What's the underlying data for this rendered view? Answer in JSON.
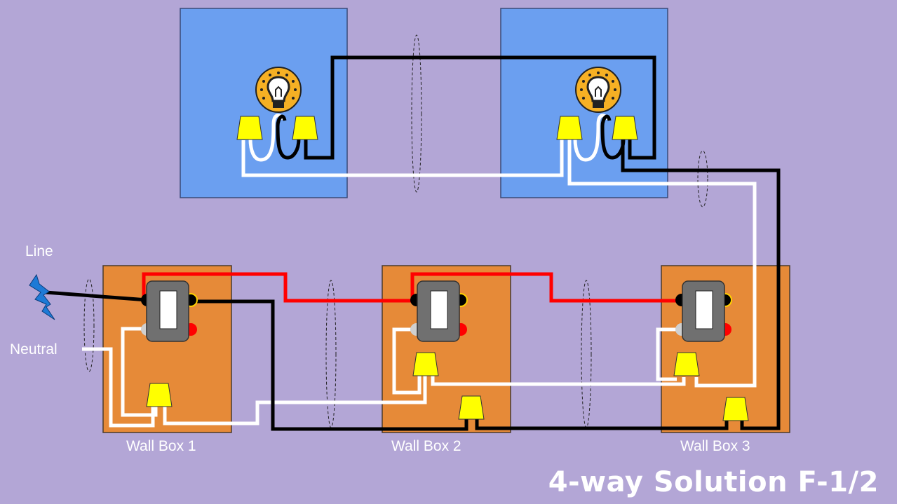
{
  "title": "4-way Solution F-1/2",
  "labels": {
    "line": "Line",
    "neutral": "Neutral",
    "wall_box_1": "Wall Box 1",
    "wall_box_2": "Wall Box 2",
    "wall_box_3": "Wall Box 3"
  },
  "colors": {
    "background": "#b3a6d6",
    "ceiling_box": "#6b9ff0",
    "wall_box": "#e68a38",
    "hot_wire": "#000000",
    "neutral_wire": "#ffffff",
    "traveler_wire": "#ff0000",
    "wire_nut": "#ffff00",
    "switch_body": "#707070",
    "bulb": "#f6b024",
    "line_symbol": "#1e7ad6"
  },
  "icons": {
    "bulb": "light-bulb-icon",
    "line": "lightning-bolt-icon",
    "wire_nut": "wire-nut-icon",
    "switch": "toggle-switch-icon"
  }
}
